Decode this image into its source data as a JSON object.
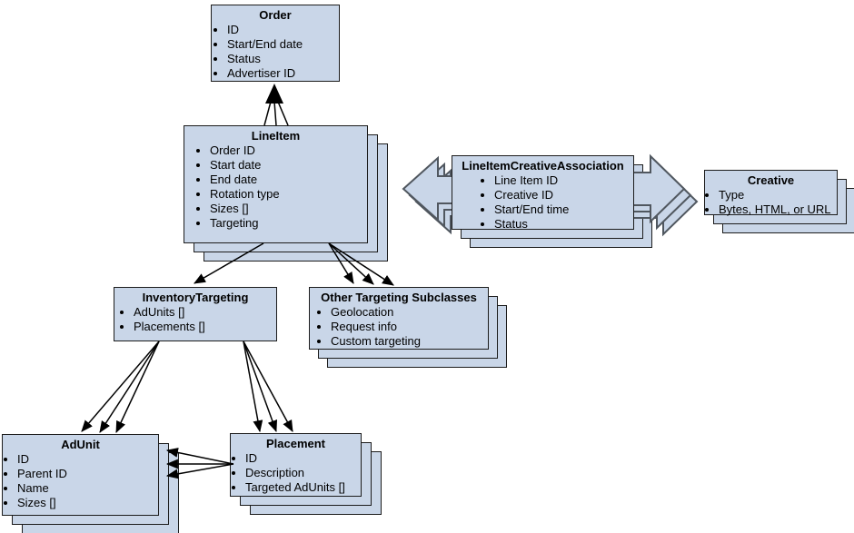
{
  "colors": {
    "box_fill": "#c9d6e8",
    "box_border": "#1c1c1c",
    "block_arrow_fill": "#c9d6e8",
    "block_arrow_border": "#50575f",
    "connector": "#000000",
    "background": "#ffffff"
  },
  "entities": {
    "order": {
      "title": "Order",
      "attributes": [
        "ID",
        "Start/End date",
        "Status",
        "Advertiser ID"
      ]
    },
    "line_item": {
      "title": "LineItem",
      "attributes": [
        "Order ID",
        "Start date",
        "End date",
        "Rotation type",
        "Sizes []",
        "Targeting"
      ]
    },
    "line_item_creative_association": {
      "title": "LineItemCreativeAssociation",
      "attributes": [
        "Line Item ID",
        "Creative ID",
        "Start/End time",
        "Status"
      ]
    },
    "creative": {
      "title": "Creative",
      "attributes": [
        "Type",
        "Bytes, HTML, or URL"
      ]
    },
    "inventory_targeting": {
      "title": "InventoryTargeting",
      "attributes": [
        "AdUnits []",
        "Placements []"
      ]
    },
    "other_targeting_subclasses": {
      "title": "Other Targeting Subclasses",
      "attributes": [
        "Geolocation",
        "Request info",
        "Custom targeting"
      ]
    },
    "ad_unit": {
      "title": "AdUnit",
      "attributes": [
        "ID",
        "Parent ID",
        "Name",
        "Sizes []"
      ]
    },
    "placement": {
      "title": "Placement",
      "attributes": [
        "ID",
        "Description",
        "Targeted AdUnits []"
      ]
    }
  }
}
